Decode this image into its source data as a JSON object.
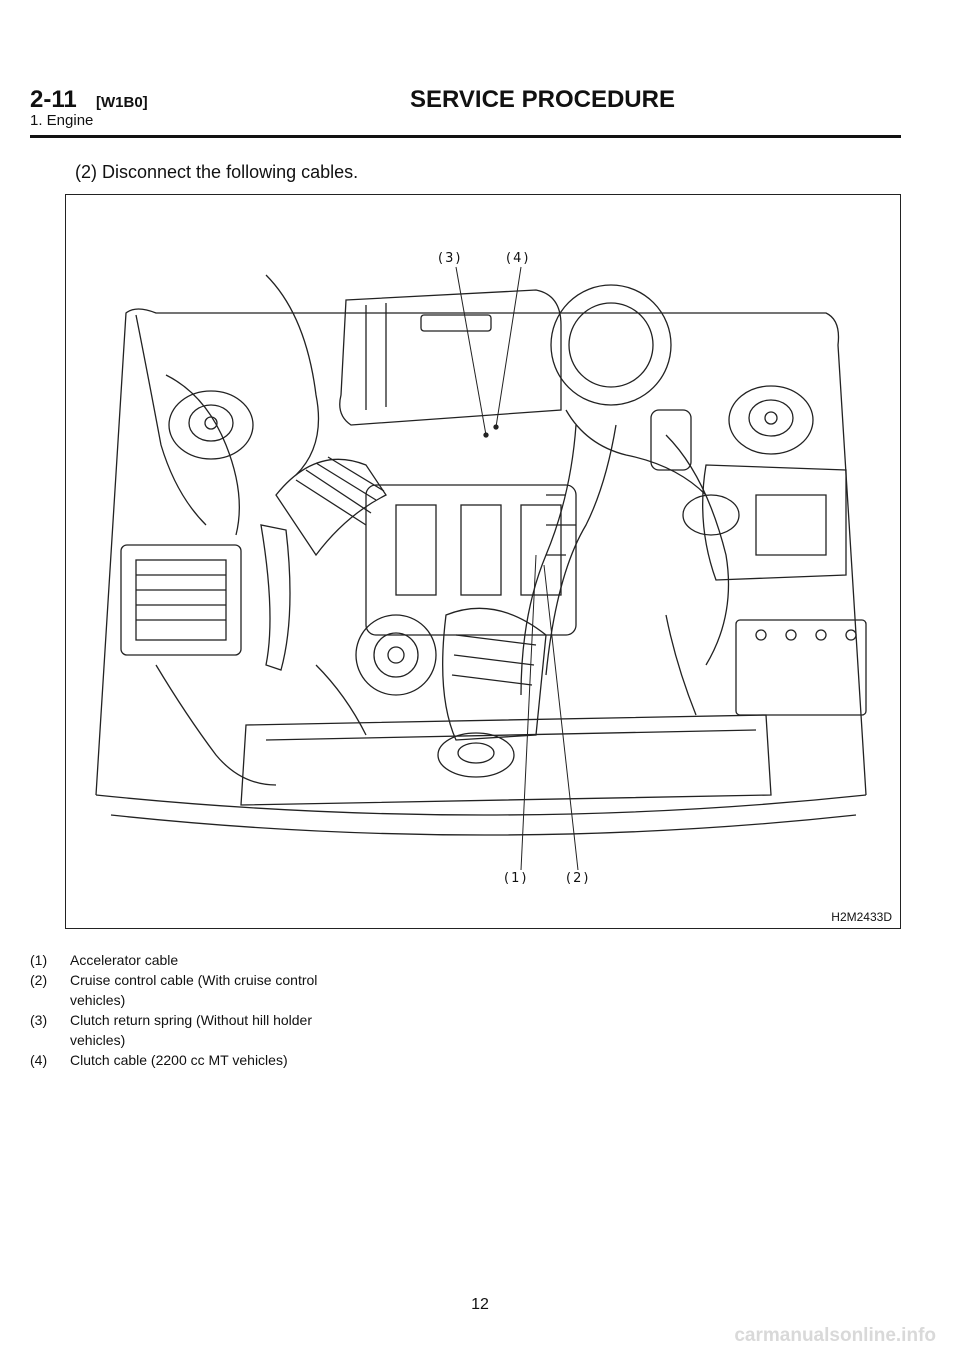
{
  "header": {
    "section_number": "2-11",
    "section_code": "[W1B0]",
    "title": "SERVICE PROCEDURE",
    "subtitle": "1. Engine"
  },
  "step_text": "(2) Disconnect the following cables.",
  "figure": {
    "code": "H2M2433D",
    "callouts": [
      "(1)",
      "(2)",
      "(3)",
      "(4)"
    ]
  },
  "legend": [
    {
      "num": "(1)",
      "text": "Accelerator cable"
    },
    {
      "num": "(2)",
      "text": "Cruise control cable (With cruise control vehicles)"
    },
    {
      "num": "(3)",
      "text": "Clutch return spring (Without hill holder vehicles)"
    },
    {
      "num": "(4)",
      "text": "Clutch cable (2200 cc MT vehicles)"
    }
  ],
  "page_number": "12",
  "watermark": "carmanualsonline.info"
}
